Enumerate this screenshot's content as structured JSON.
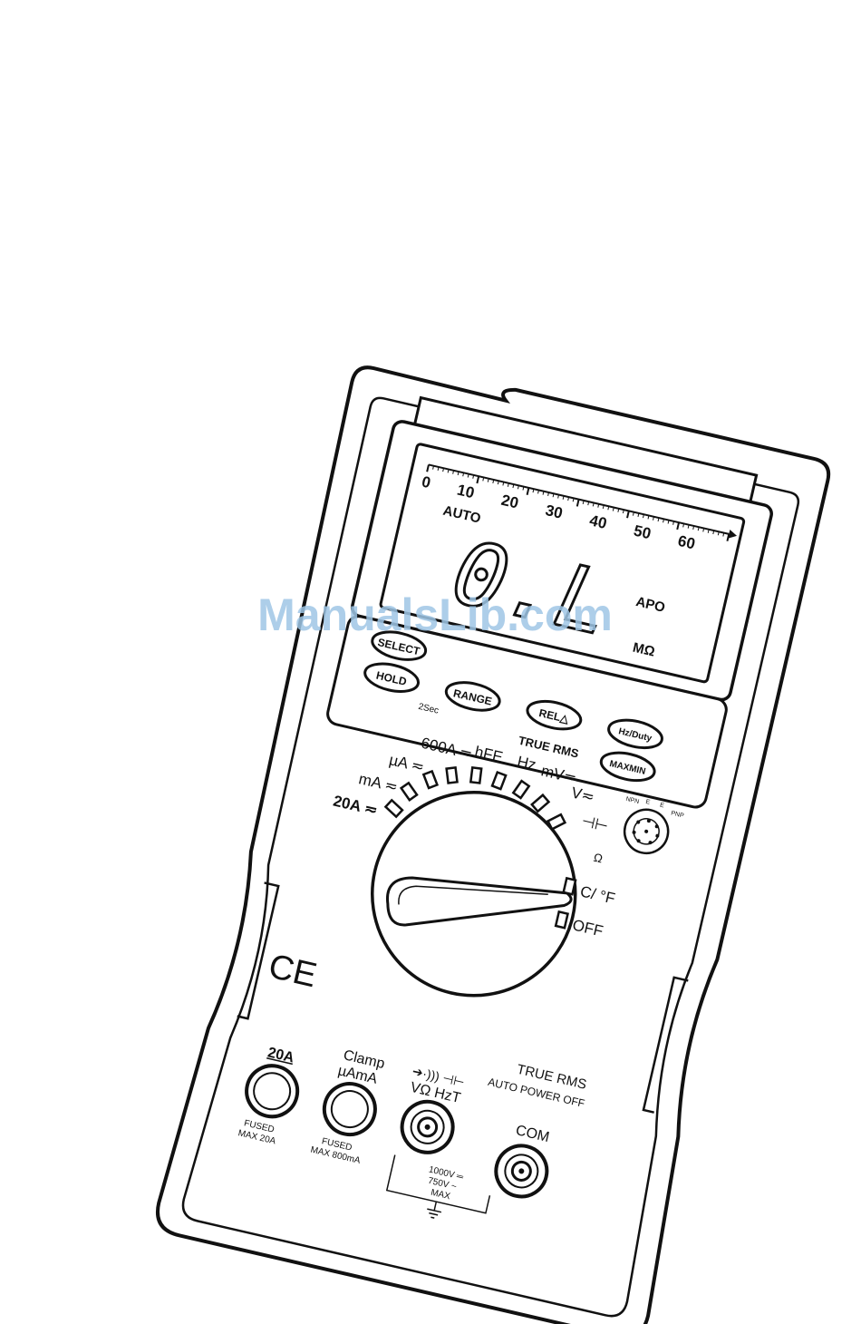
{
  "watermark": "ManualsLib.com",
  "lcd": {
    "scale": [
      "0",
      "10",
      "20",
      "30",
      "40",
      "50",
      "60"
    ],
    "auto": "AUTO",
    "reading": "0.L",
    "apo": "APO",
    "unit": "MΩ"
  },
  "buttons": {
    "select": "SELECT",
    "hold": "HOLD",
    "range": "RANGE",
    "rel": "REL△",
    "hz_duty": "Hz/Duty",
    "maxmin": "MAXMIN",
    "backlight_note": "2Sec"
  },
  "panel_label": "TRUE RMS",
  "dial": {
    "positions": [
      "20A ≂",
      "mA ≂",
      "µA ≂",
      "600A ≂",
      "hFE",
      "Hz",
      "mV≂",
      "V≂",
      "⊣⊢",
      "Ω",
      "C/ °F",
      "OFF"
    ]
  },
  "hfe_socket": [
    "NPN",
    "E",
    "E",
    "PNP"
  ],
  "ce_mark": "CE",
  "terminals": {
    "a20": {
      "label": "20A",
      "note1": "FUSED",
      "note2": "MAX 20A"
    },
    "clamp": {
      "label1": "Clamp",
      "label2": "µAmA",
      "note1": "FUSED",
      "note2": "MAX 800mA"
    },
    "vohm": {
      "symbols": "➔·))) ⊣⊢",
      "label": "VΩ HzT"
    },
    "com": {
      "label": "COM"
    },
    "limits": [
      "1000V ═",
      "750V ~",
      "MAX"
    ]
  },
  "back_text": [
    "TRUE RMS",
    "AUTO POWER OFF"
  ]
}
